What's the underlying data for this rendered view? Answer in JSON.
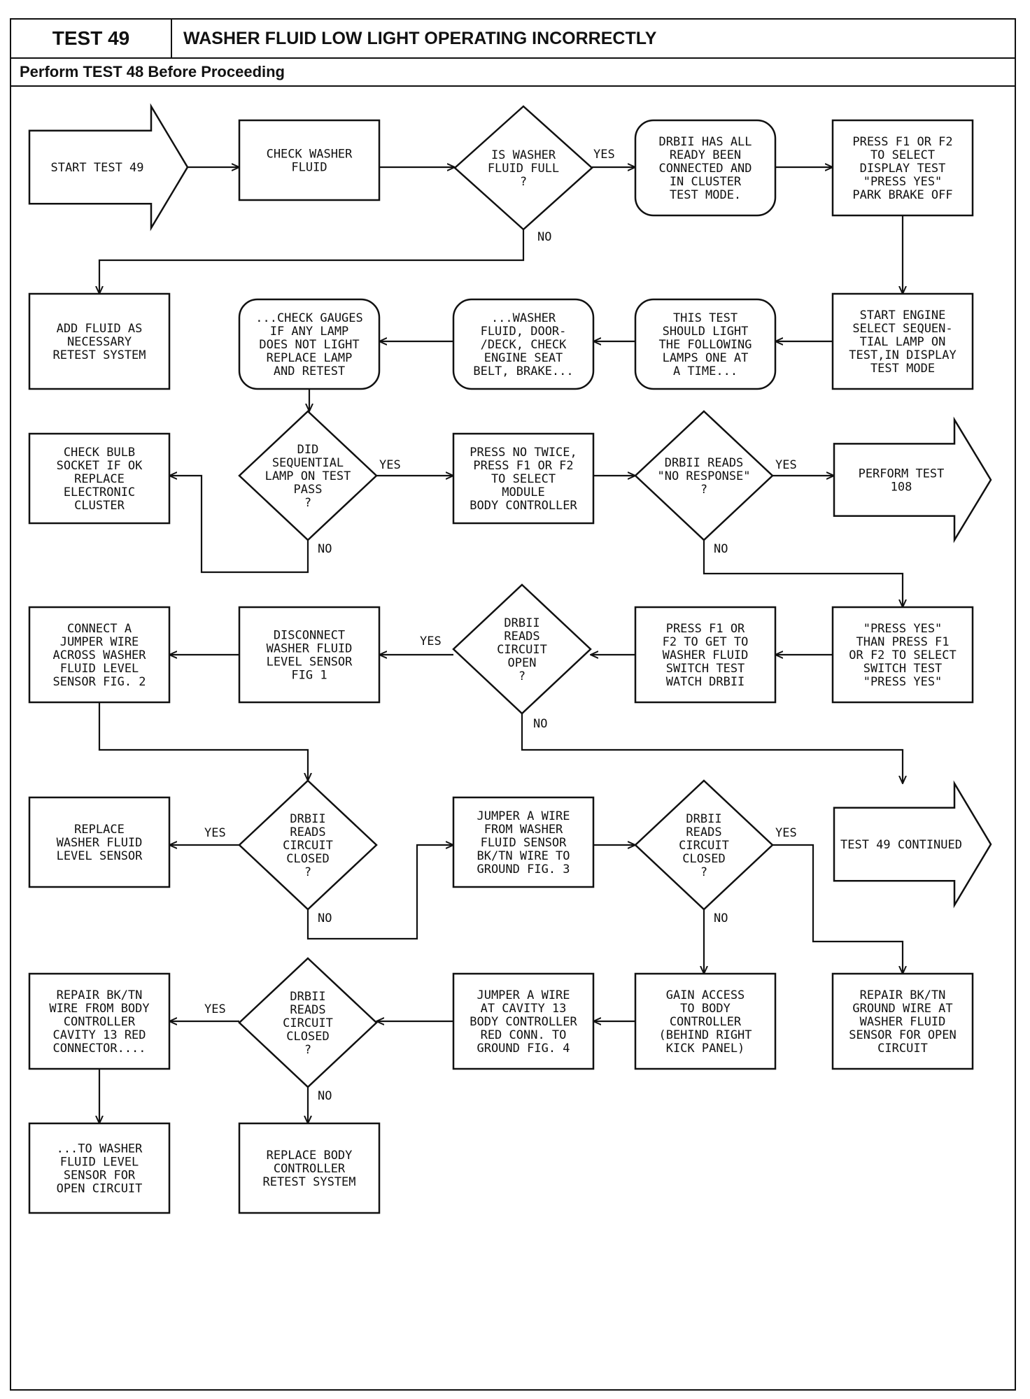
{
  "header": {
    "test_label": "TEST 49",
    "title": "WASHER FLUID LOW LIGHT OPERATING INCORRECTLY",
    "subtitle": "Perform TEST 48 Before Proceeding"
  },
  "nodes": {
    "start": [
      "START TEST 49"
    ],
    "check_fluid": [
      "CHECK WASHER",
      "FLUID"
    ],
    "fluid_full": [
      "IS WASHER",
      "FLUID FULL",
      "?"
    ],
    "drbii_connected": [
      "DRBII HAS ALL",
      "READY BEEN",
      "CONNECTED AND",
      "IN CLUSTER",
      "TEST MODE."
    ],
    "press_f1_display": [
      "PRESS F1 OR F2",
      "TO SELECT",
      "DISPLAY TEST",
      "\"PRESS YES\"",
      "PARK BRAKE OFF"
    ],
    "add_fluid": [
      "ADD FLUID AS",
      "NECESSARY",
      "RETEST SYSTEM"
    ],
    "check_gauges": [
      "...CHECK GAUGES",
      "IF ANY LAMP",
      "DOES NOT LIGHT",
      "REPLACE LAMP",
      "AND RETEST"
    ],
    "washer_fluid_lamps": [
      "...WASHER",
      "FLUID, DOOR-",
      "/DECK, CHECK",
      "ENGINE SEAT",
      "BELT, BRAKE..."
    ],
    "test_should_light": [
      "THIS TEST",
      "SHOULD LIGHT",
      "THE FOLLOWING",
      "LAMPS ONE AT",
      "A TIME..."
    ],
    "start_engine": [
      "START ENGINE",
      "SELECT SEQUEN-",
      "TIAL LAMP ON",
      "TEST,IN DISPLAY",
      "TEST MODE"
    ],
    "check_bulb": [
      "CHECK BULB",
      "SOCKET IF OK",
      "REPLACE",
      "ELECTRONIC",
      "CLUSTER"
    ],
    "seq_lamp_pass": [
      "DID",
      "SEQUENTIAL",
      "LAMP ON TEST",
      "PASS",
      "?"
    ],
    "press_no_twice": [
      "PRESS NO TWICE,",
      "PRESS F1 OR F2",
      "TO SELECT",
      "MODULE",
      "BODY CONTROLLER"
    ],
    "no_response": [
      "DRBII READS",
      "\"NO RESPONSE\"",
      "?"
    ],
    "perform_108": [
      "PERFORM TEST",
      "108"
    ],
    "connect_jumper": [
      "CONNECT A",
      "JUMPER WIRE",
      "ACROSS WASHER",
      "FLUID LEVEL",
      "SENSOR FIG. 2"
    ],
    "disconnect_sensor": [
      "DISCONNECT",
      "WASHER FLUID",
      "LEVEL SENSOR",
      "FIG 1"
    ],
    "circuit_open": [
      "DRBII",
      "READS",
      "CIRCUIT",
      "OPEN",
      "?"
    ],
    "press_f1_switch": [
      "PRESS F1 OR",
      "F2 TO GET TO",
      "WASHER FLUID",
      "SWITCH TEST",
      "WATCH DRBII"
    ],
    "press_yes_then": [
      "\"PRESS YES\"",
      "THAN PRESS F1",
      "OR F2 TO SELECT",
      "SWITCH TEST",
      "\"PRESS YES\""
    ],
    "replace_sensor": [
      "REPLACE",
      "WASHER FLUID",
      "LEVEL SENSOR"
    ],
    "circuit_closed_1": [
      "DRBII",
      "READS",
      "CIRCUIT",
      "CLOSED",
      "?"
    ],
    "jumper_ground_3": [
      "JUMPER A WIRE",
      "FROM WASHER",
      "FLUID SENSOR",
      "BK/TN WIRE TO",
      "GROUND FIG. 3"
    ],
    "circuit_closed_2": [
      "DRBII",
      "READS",
      "CIRCUIT",
      "CLOSED",
      "?"
    ],
    "test49_continued": [
      "TEST 49 CONTINUED"
    ],
    "repair_bktn_body": [
      "REPAIR BK/TN",
      "WIRE FROM BODY",
      "CONTROLLER",
      "CAVITY 13 RED",
      "CONNECTOR...."
    ],
    "circuit_closed_3": [
      "DRBII",
      "READS",
      "CIRCUIT",
      "CLOSED",
      "?"
    ],
    "jumper_cavity13": [
      "JUMPER A WIRE",
      "AT CAVITY 13",
      "BODY CONTROLLER",
      "RED CONN. TO",
      "GROUND FIG. 4"
    ],
    "gain_access": [
      "GAIN ACCESS",
      "TO BODY",
      "CONTROLLER",
      "(BEHIND RIGHT",
      "KICK PANEL)"
    ],
    "repair_ground": [
      "REPAIR BK/TN",
      "GROUND WIRE AT",
      "WASHER FLUID",
      "SENSOR FOR OPEN",
      "CIRCUIT"
    ],
    "to_washer_sensor": [
      "...TO WASHER",
      "FLUID LEVEL",
      "SENSOR FOR",
      "OPEN CIRCUIT"
    ],
    "replace_body": [
      "REPLACE BODY",
      "CONTROLLER",
      "RETEST SYSTEM"
    ]
  },
  "labels": {
    "yes": "YES",
    "no": "NO"
  }
}
